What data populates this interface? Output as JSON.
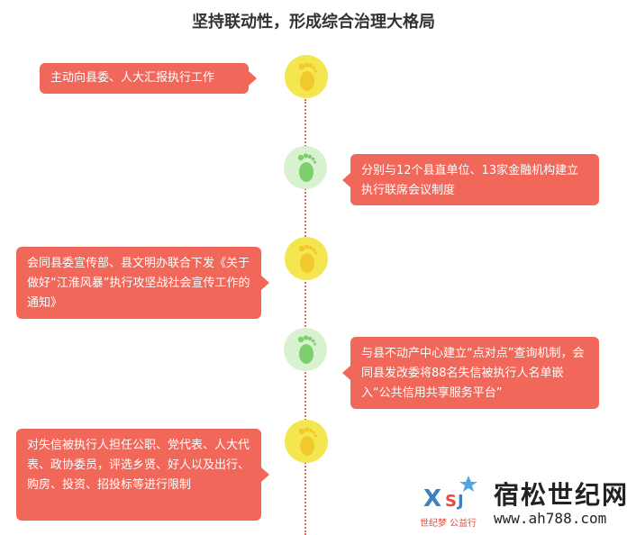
{
  "title": "坚持联动性，形成综合治理大格局",
  "steps": [
    {
      "text": "主动向县委、人大汇报执行工作",
      "side": "left",
      "node": "yellow"
    },
    {
      "text": "分别与12个县直单位、13家金融机构建立执行联席会议制度",
      "side": "right",
      "node": "green"
    },
    {
      "text": "会同县委宣传部、县文明办联合下发《关于做好“江淮风暴”执行攻坚战社会宣传工作的通知》",
      "side": "left",
      "node": "yellow"
    },
    {
      "text": "与县不动产中心建立“点对点”查询机制，会同县发改委将88名失信被执行人名单嵌入“公共信用共享服务平台”",
      "side": "right",
      "node": "green"
    },
    {
      "text": "对失信被执行人担任公职、党代表、人大代表、政协委员，评选乡贤、好人以及出行、购房、投资、招投标等进行限制",
      "side": "left",
      "node": "yellow"
    }
  ],
  "watermark": {
    "logo_letters": "XSJ",
    "brand": "世纪梦 公益行",
    "name": "宿松世纪网",
    "url": "www.ah788.com"
  },
  "colors": {
    "card": "#f1685a",
    "node_yellow": "#f4e64f",
    "node_green": "#d8f1cf",
    "line": "#e0695a"
  },
  "icons": {
    "node": "footprint-icon"
  }
}
